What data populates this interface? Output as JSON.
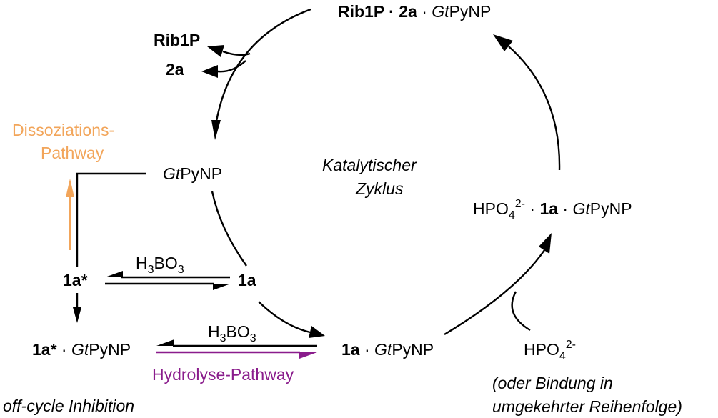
{
  "cycle_label": {
    "line1": "Katalytischer",
    "line2": "Zyklus"
  },
  "nodes": {
    "product_complex": {
      "p1": "Rib1P",
      "p2": " · ",
      "p3": "2a",
      "p4": " · ",
      "p5": "Gt",
      "p6": "PyNP"
    },
    "rib1p": "Rib1P",
    "prod_2a": "2a",
    "enzyme": {
      "p1": "Gt",
      "p2": "PyNP"
    },
    "substrate": "1a",
    "substrate_star": "1a*",
    "inhibited_complex": {
      "p1": "1a*",
      "p2": " · ",
      "p3": "Gt",
      "p4": "PyNP"
    },
    "substrate_complex": {
      "p1": "1a",
      "p2": " · ",
      "p3": "Gt",
      "p4": "PyNP"
    },
    "ternary_complex": {
      "p1": "HPO",
      "p2": "4",
      "p3": "2-",
      "p4": " · ",
      "p5": "1a",
      "p6": " · ",
      "p7": "Gt",
      "p8": "PyNP"
    },
    "phosphate": {
      "p1": "HPO",
      "p2": "4",
      "p3": "2-"
    }
  },
  "boric_acid_top": {
    "p1": "H",
    "p2": "3",
    "p3": "BO",
    "p4": "3"
  },
  "boric_acid_bottom": {
    "p1": "H",
    "p2": "3",
    "p3": "BO",
    "p4": "3"
  },
  "dissociation_pathway": {
    "line1": "Dissoziations-",
    "line2": "Pathway"
  },
  "hydrolysis_pathway": "Hydrolyse-Pathway",
  "off_cycle": "off-cycle Inhibition",
  "note": {
    "line1": "(oder Bindung in",
    "line2": "umgekehrter Reihenfolge)"
  },
  "colors": {
    "dissociation": "#f2a55a",
    "hydrolysis": "#8a1c8c",
    "line": "#000000"
  }
}
